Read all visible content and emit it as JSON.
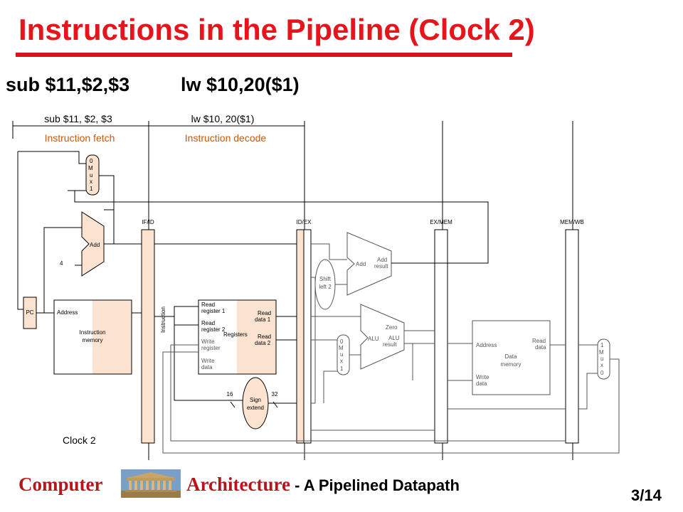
{
  "title": "Instructions in the Pipeline (Clock 2)",
  "instructions": [
    "sub $11,$2,$3",
    "lw $10,20($1)"
  ],
  "diagram": {
    "stage_instr_1": "sub $11, $2, $3",
    "stage_instr_2": "lw $10, 20($1)",
    "stage_name_1": "Instruction fetch",
    "stage_name_2": "Instruction decode",
    "pipe_regs": [
      "IF/ID",
      "ID/EX",
      "EX/MEM",
      "MEM/WB"
    ],
    "pc": "PC",
    "four": "4",
    "add": "Add",
    "mux_top": [
      "0",
      "M",
      "u",
      "x",
      "1"
    ],
    "imem": {
      "address": "Address",
      "line1": "Instruction",
      "line2": "memory"
    },
    "instruction_bus": "Instruction",
    "regs": {
      "rr1a": "Read",
      "rr1b": "register 1",
      "rr2a": "Read",
      "rr2b": "register 2",
      "wra": "Write",
      "wrb": "register",
      "wda": "Write",
      "wdb": "data",
      "rd1a": "Read",
      "rd1b": "data 1",
      "rd2a": "Read",
      "rd2b": "data 2",
      "name": "Registers"
    },
    "sign_extend": {
      "line1": "Sign",
      "line2": "extend",
      "in_bits": "16",
      "out_bits": "32"
    },
    "shift": {
      "line1": "Shift",
      "line2": "left 2"
    },
    "adder2": {
      "name": "Add",
      "res1": "Add",
      "res2": "result"
    },
    "alu_mux": [
      "0",
      "M",
      "u",
      "x",
      "1"
    ],
    "alu": {
      "name": "ALU",
      "zero": "Zero",
      "res1": "ALU",
      "res2": "result"
    },
    "dmem": {
      "address": "Address",
      "rd1": "Read",
      "rd2": "data",
      "line1": "Data",
      "line2": "memory",
      "wd1": "Write",
      "wd2": "data"
    },
    "wb_mux": [
      "1",
      "M",
      "u",
      "x",
      "0"
    ],
    "clock": "Clock 2"
  },
  "footer": {
    "word1": "Computer",
    "word2": "Architecture",
    "subtitle": " - A Pipelined Datapath",
    "page": "3/14"
  },
  "colors": {
    "title_red": "#e8141b",
    "footer_red": "#b5161b",
    "stage_orange": "#c55a11",
    "unit_fill": "#fbe3d0"
  },
  "icons": [
    "parthenon-image"
  ]
}
